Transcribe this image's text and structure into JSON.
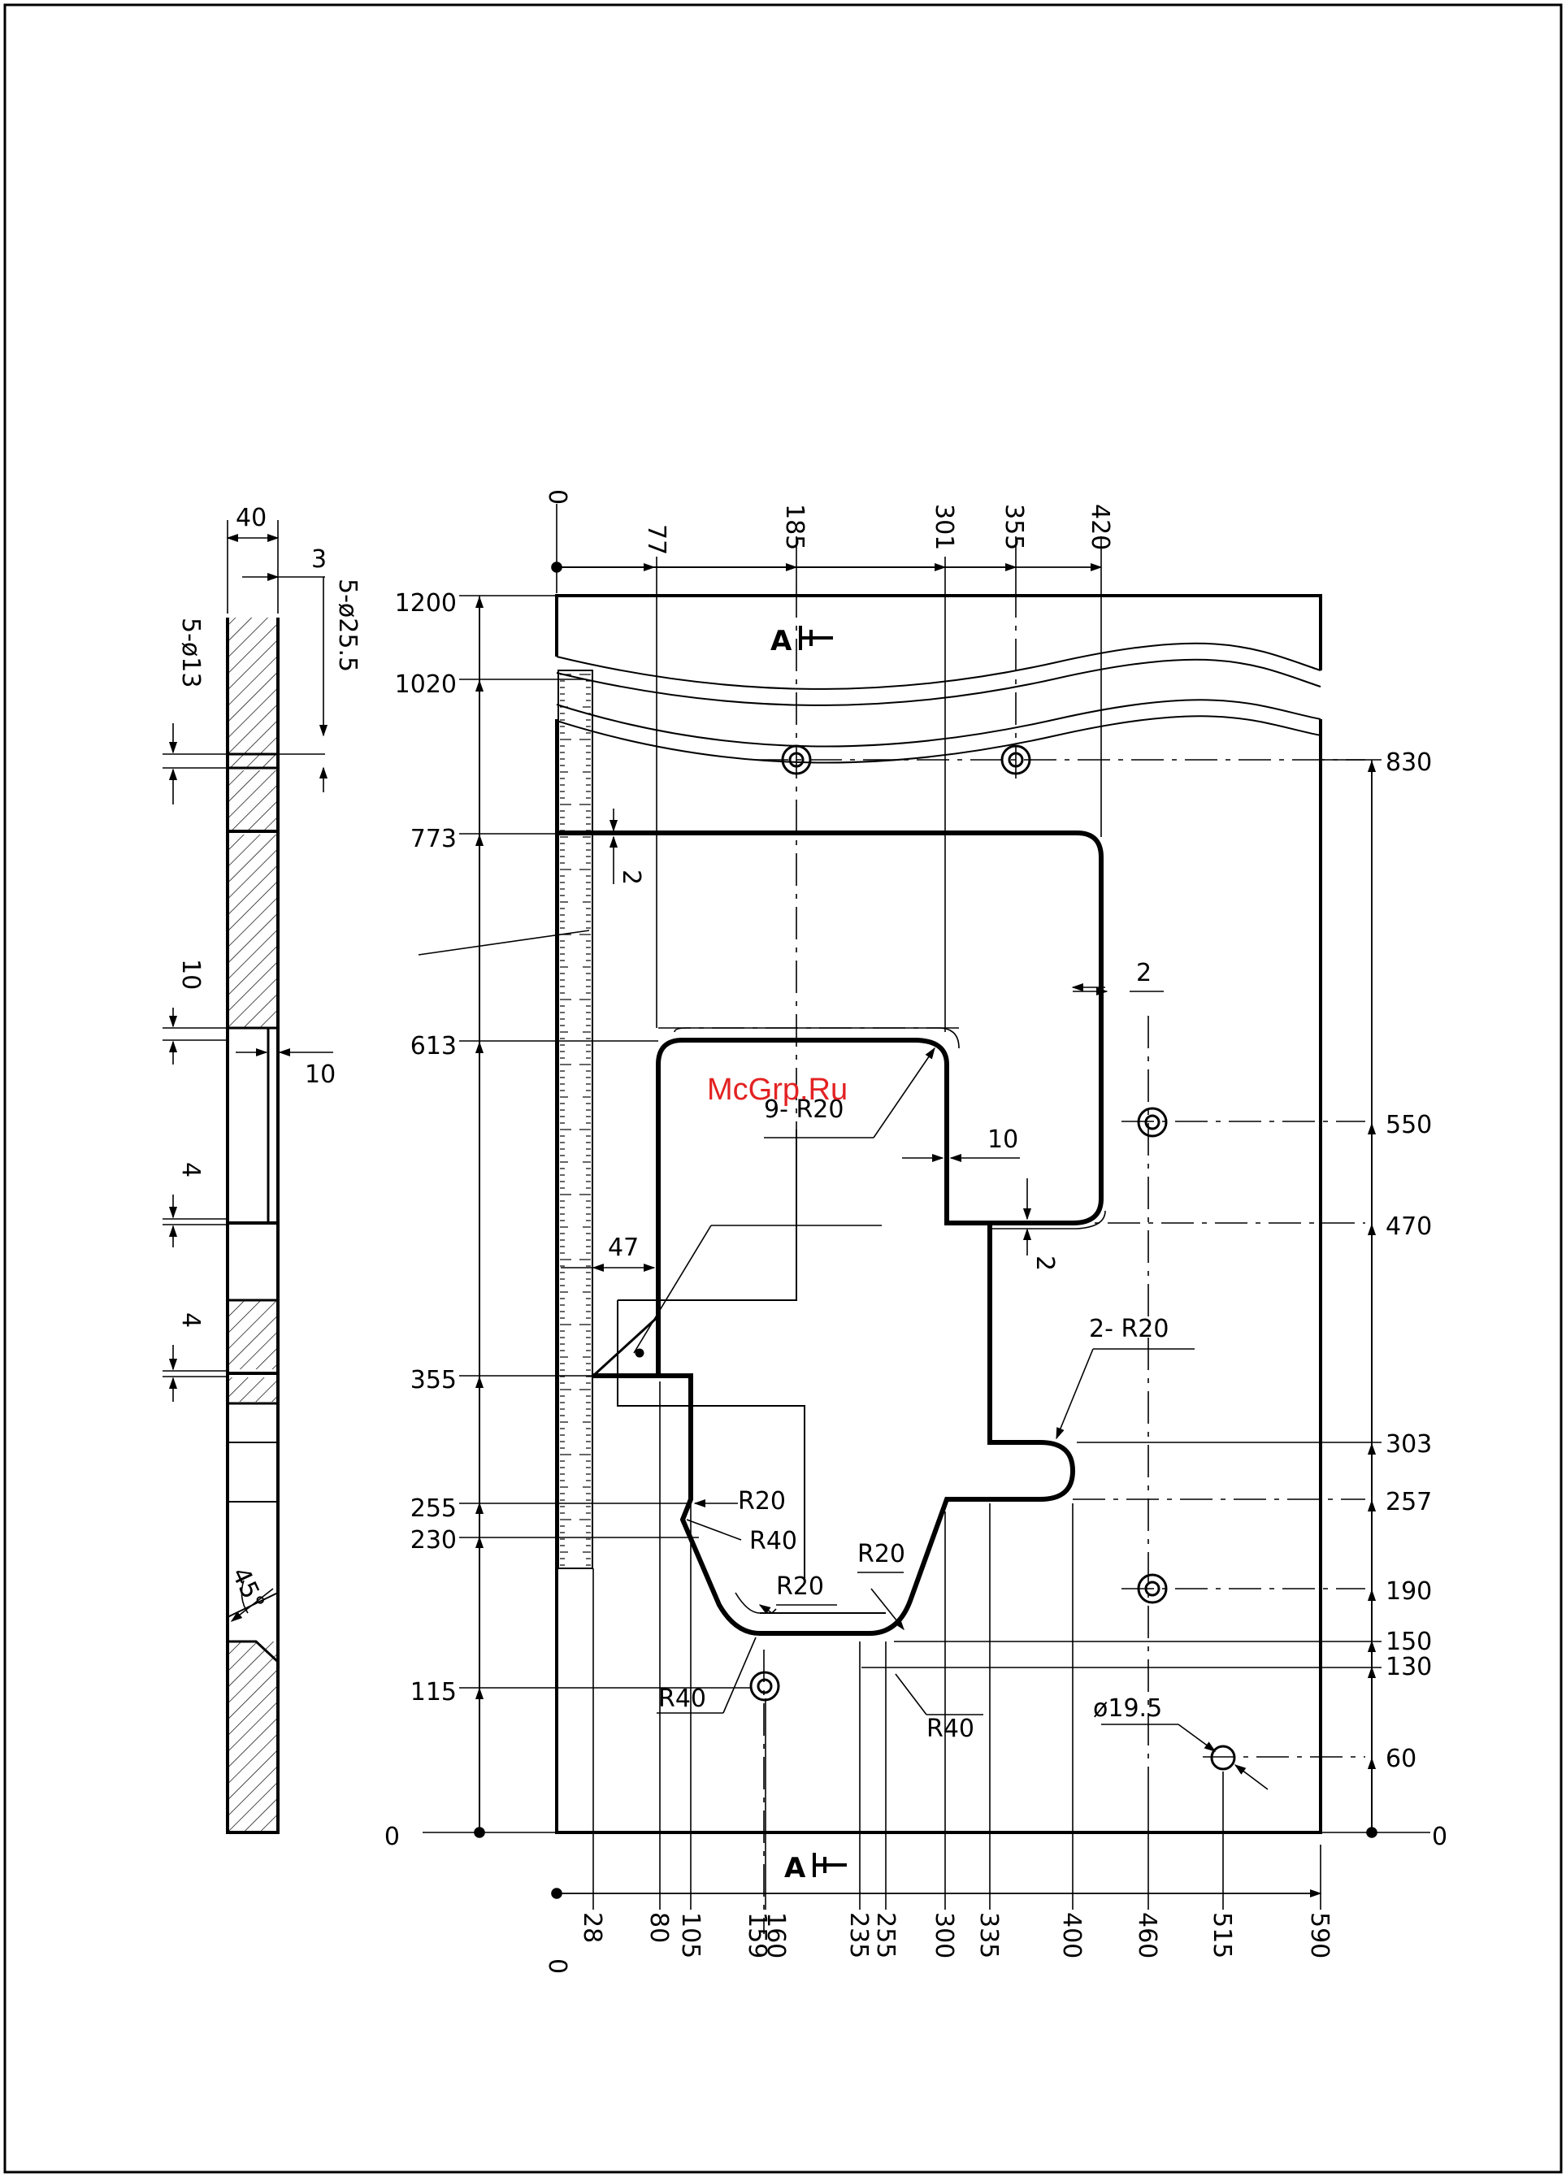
{
  "watermark": "McGrp.Ru",
  "section": {
    "dims": {
      "thickness": "40",
      "offset": "3",
      "hole_big": "5-ø25.5",
      "hole_small": "5-ø13",
      "rebate_depth": "10",
      "rebate_width": "10",
      "step_a": "4",
      "step_b": "4",
      "chamfer": "45°"
    }
  },
  "plan": {
    "top_x": [
      "0",
      "77",
      "185",
      "301",
      "355",
      "420"
    ],
    "bottom_x": [
      "0",
      "28",
      "80",
      "105",
      "160",
      "159",
      "235",
      "255",
      "300",
      "335",
      "400",
      "460",
      "515",
      "590"
    ],
    "left_y": [
      "1200",
      "1020",
      "773",
      "613",
      "355",
      "255",
      "230",
      "115",
      "0"
    ],
    "right_y": [
      "830",
      "550",
      "470",
      "303",
      "257",
      "190",
      "150",
      "130",
      "60",
      "0"
    ],
    "notes": {
      "gap_a": "2",
      "gap_b": "2",
      "gap_c": "2",
      "step_10": "10",
      "width_47": "47",
      "r_multi": "9- R20",
      "r_two": "2- R20",
      "r20_a": "R20",
      "r40_a": "R40",
      "r20_b": "R20",
      "r20_c": "R20",
      "r40_b": "R40",
      "r40_c": "R40",
      "hole_dia": "ø19.5"
    },
    "section_marks": [
      "A",
      "A"
    ]
  }
}
